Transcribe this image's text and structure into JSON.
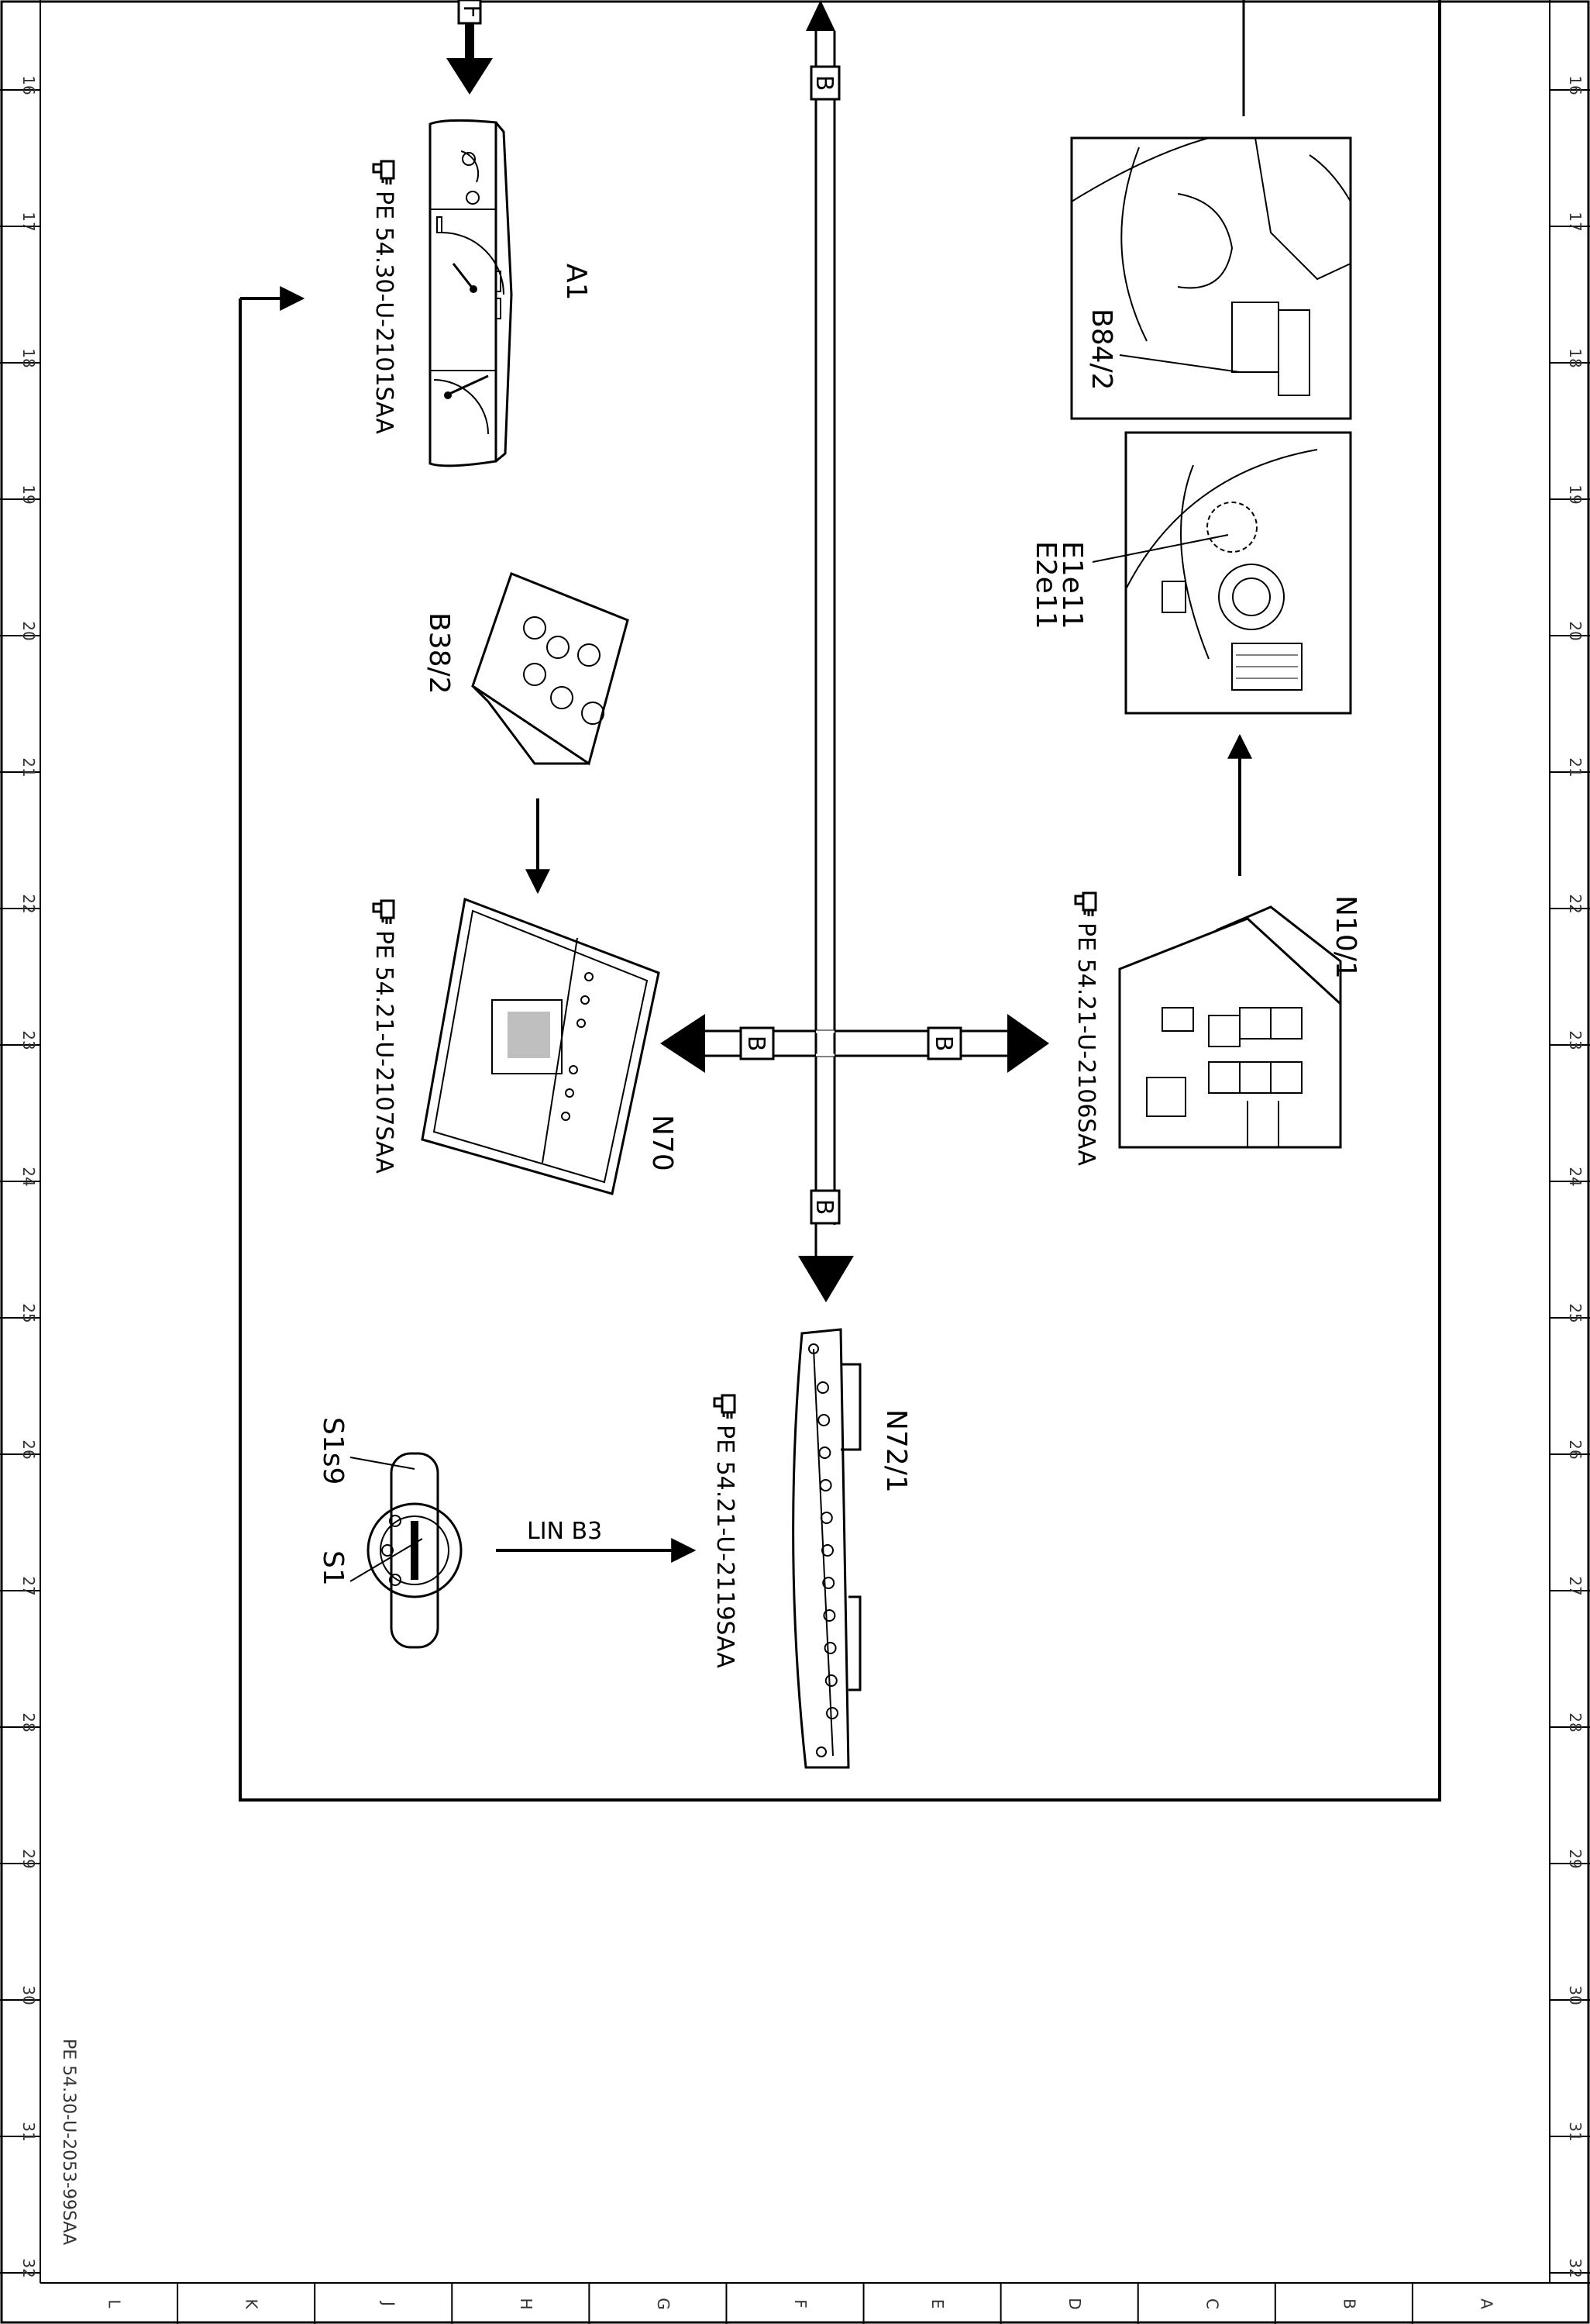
{
  "sheet": {
    "doc_id": "PE 54.30-U-2053-99SAA",
    "row_numbers": [
      "16",
      "17",
      "18",
      "19",
      "20",
      "21",
      "22",
      "23",
      "24",
      "25",
      "26",
      "27",
      "28",
      "29",
      "30",
      "31",
      "32"
    ],
    "column_letters": [
      "L",
      "K",
      "J",
      "H",
      "G",
      "F",
      "E",
      "D",
      "C",
      "B",
      "A"
    ]
  },
  "connectors": {
    "bus_b": "B",
    "bus_f": "F",
    "lin_bus": "LIN B3"
  },
  "components": {
    "a1": {
      "label": "A1",
      "ref": "PE 54.30-U-2101SAA"
    },
    "b38_2": {
      "label": "B38/2"
    },
    "n70": {
      "label": "N70",
      "ref": "PE 54.21-U-2107SAA"
    },
    "n10_1": {
      "label": "N10/1",
      "ref": "PE 54.21-U-2106SAA"
    },
    "n72_1": {
      "label": "N72/1",
      "ref": "PE 54.21-U-2119SAA"
    },
    "b84_2": {
      "label": "B84/2"
    },
    "e1e11": {
      "label": "E1e11"
    },
    "e2e11": {
      "label": "E2e11"
    },
    "s1": {
      "label": "S1"
    },
    "s1s9": {
      "label": "S1s9"
    }
  },
  "icons": [
    "pointing-hand-icon"
  ]
}
